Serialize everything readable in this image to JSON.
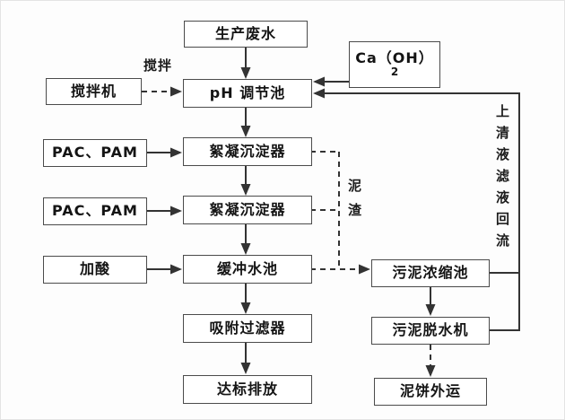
{
  "diagram": {
    "title_hint": "wastewater-treatment-process-flow",
    "boxes": {
      "production_wastewater": "生产废水",
      "ph_tank": "pH 调节池",
      "floc_settler_1": "絮凝沉淀器",
      "floc_settler_2": "絮凝沉淀器",
      "buffer_tank": "缓冲水池",
      "adsorption_filter": "吸附过滤器",
      "discharge": "达标排放",
      "mixer": "搅拌机",
      "pac_pam_1": "PAC、PAM",
      "pac_pam_2": "PAC、PAM",
      "add_acid": "加酸",
      "caoh_line1": "Ca（OH）",
      "caoh_line2": "2",
      "sludge_thickener": "污泥浓缩池",
      "sludge_dewaterer": "污泥脱水机",
      "mud_cake_out": "泥饼外运"
    },
    "labels": {
      "stir": "搅拌",
      "sludge_residue": "泥渣",
      "supernatant_return": "上清液滤液回流"
    },
    "colors": {
      "line": "#333333",
      "box_border": "#4b4b4b",
      "text": "#141414",
      "background": "#fdfdfd"
    }
  }
}
